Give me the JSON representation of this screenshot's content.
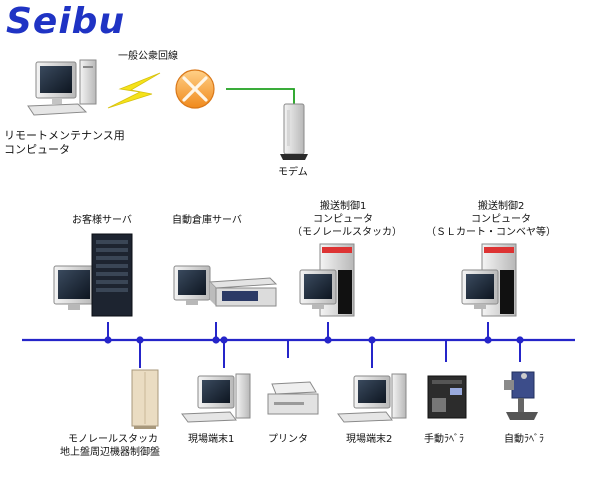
{
  "logo": {
    "text": "Seibu"
  },
  "labels": {
    "public_line": "一般公衆回線",
    "remote_pc": [
      "リモートメンテナンス用",
      "コンピュータ"
    ],
    "modem": "モデム",
    "customer_server": "お客様サーバ",
    "warehouse_server": "自動倉庫サーバ",
    "transport_1": [
      "搬送制御1",
      "コンピュータ",
      "（モノレールスタッカ）"
    ],
    "transport_2": [
      "搬送制御2",
      "コンピュータ",
      "（ＳＬカート・コンベヤ等）"
    ],
    "monorail_panel": [
      "モノレールスタッカ",
      "地上盤周辺機器制御盤"
    ],
    "terminal_1": "現場端末1",
    "printer": "プリンタ",
    "terminal_2": "現場端末2",
    "manual_labeler": "手動ﾗﾍﾞﾗ",
    "auto_labeler": "自動ﾗﾍﾞﾗ"
  },
  "colors": {
    "logo": "#1f33c4",
    "lan": "#2525c9",
    "modem_link": "#1ea01e",
    "lightning": "#f5e21a",
    "line_disconnect": "#f29420"
  }
}
